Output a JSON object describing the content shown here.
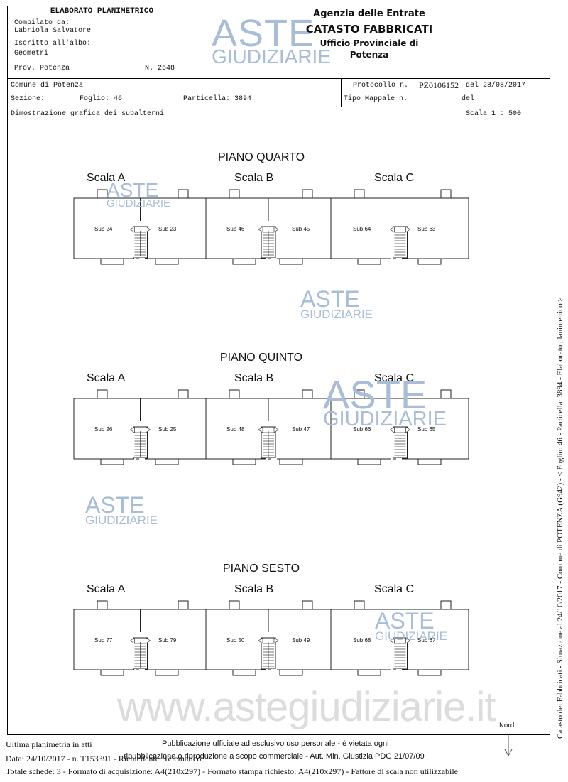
{
  "header": {
    "title": "ELABORATO PLANIMETRICO",
    "compiled_label": "Compilato da:",
    "compiled_name": "Labriola Salvatore",
    "registered_label": "Iscritto all'albo:",
    "registered_value": "Geometri",
    "province": "Prov. Potenza",
    "number": "N. 2648",
    "agency_line1": "Agenzia delle Entrate",
    "agency_line2": "CATASTO FABBRICATI",
    "agency_line3": "Ufficio Provinciale di",
    "agency_line4": "Potenza",
    "comune": "Comune di Potenza",
    "sezione": "Sezione:",
    "foglio": "Foglio: 46",
    "particella": "Particella: 3894",
    "protocollo_label": "Protocollo n.",
    "protocollo_value": "PZ0106152",
    "protocollo_date": "del 28/08/2017",
    "tipo_mappale": "Tipo Mappale n.",
    "tipo_del": "del",
    "dimostrazione": "Dimostrazione grafica dei subalterni",
    "scala": "Scala 1 : 500"
  },
  "watermark": {
    "aste": "ASTE",
    "giudiziarie": "GIUDIZIARIE",
    "site": "www.astegiudiziarie.it"
  },
  "floors": [
    {
      "title": "PIANO QUARTO",
      "scale_labels": [
        "Scala A",
        "Scala B",
        "Scala C"
      ],
      "subs": [
        "Sub 24",
        "Sub 23",
        "Sub 46",
        "Sub 45",
        "Sub 64",
        "Sub 63"
      ]
    },
    {
      "title": "PIANO QUINTO",
      "scale_labels": [
        "Scala A",
        "Scala B",
        "Scala C"
      ],
      "subs": [
        "Sub 26",
        "Sub 25",
        "Sub 48",
        "Sub 47",
        "Sub 66",
        "Sub 65"
      ]
    },
    {
      "title": "PIANO SESTO",
      "scale_labels": [
        "Scala A",
        "Scala B",
        "Scala C"
      ],
      "subs": [
        "Sub 77",
        "Sub 79",
        "Sub 50",
        "Sub 49",
        "Sub 68",
        "Sub 67"
      ]
    }
  ],
  "footer": {
    "nord": "Nord",
    "last_plan": "Ultima planimetria in atti",
    "publication_1": "Pubblicazione ufficiale ad esclusivo uso personale - è vietata ogni",
    "publication_2": "ripubblicazione o riproduzione a scopo commerciale - Aut. Min. Giustizia PDG 21/07/09",
    "data_line": "Data: 24/10/2017 - n. T153391 - Richiedente: Telematico",
    "totale_line": "Totale schede: 3 - Formato di acquisizione: A4(210x297)  - Formato stampa richiesto: A4(210x297) - Fattore di scala non utilizzabile",
    "side_text": "Catasto dei Fabbricati - Situazione al 24/10/2017 - Comune di POTENZA (G942) - < Foglio: 46 - Particella: 3894 - Elaborato planimetrico >"
  }
}
